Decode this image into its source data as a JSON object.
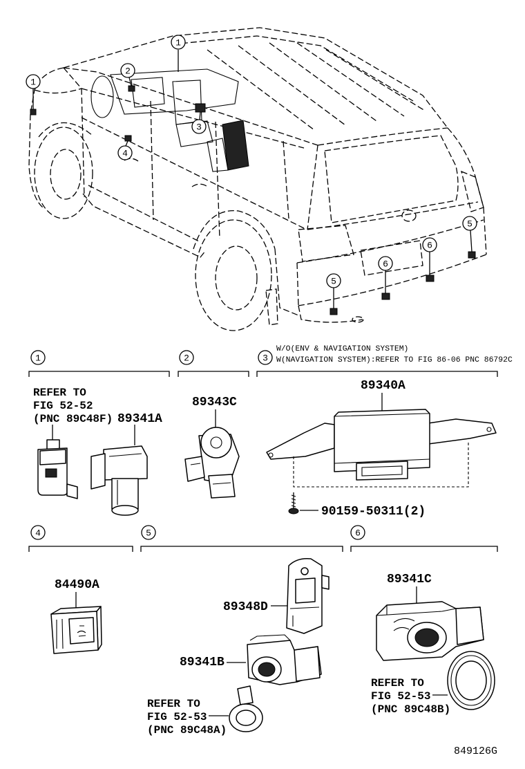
{
  "diagram": {
    "vehicle_callouts": [
      "1",
      "2",
      "1",
      "3",
      "4",
      "5",
      "6",
      "6",
      "5"
    ],
    "figure_code": "849126G"
  },
  "sections": [
    {
      "number": "1",
      "refer": [
        "REFER TO",
        "FIG 52-52",
        "(PNC 89C48F)"
      ],
      "parts": [
        "89341A"
      ]
    },
    {
      "number": "2",
      "parts": [
        "89343C"
      ]
    },
    {
      "number": "3",
      "notes": [
        "W/O(ENV & NAVIGATION SYSTEM)",
        "W(NAVIGATION SYSTEM):REFER TO FIG 86-06 PNC 86792C"
      ],
      "parts": [
        "89340A",
        "90159-50311(2)"
      ]
    },
    {
      "number": "4",
      "parts": [
        "84490A"
      ]
    },
    {
      "number": "5",
      "parts": [
        "89348D",
        "89341B"
      ],
      "refer": [
        "REFER TO",
        "FIG 52-53",
        "(PNC 89C48A)"
      ]
    },
    {
      "number": "6",
      "parts": [
        "89341C"
      ],
      "refer": [
        "REFER TO",
        "FIG 52-53",
        "(PNC 89C48B)"
      ]
    }
  ]
}
